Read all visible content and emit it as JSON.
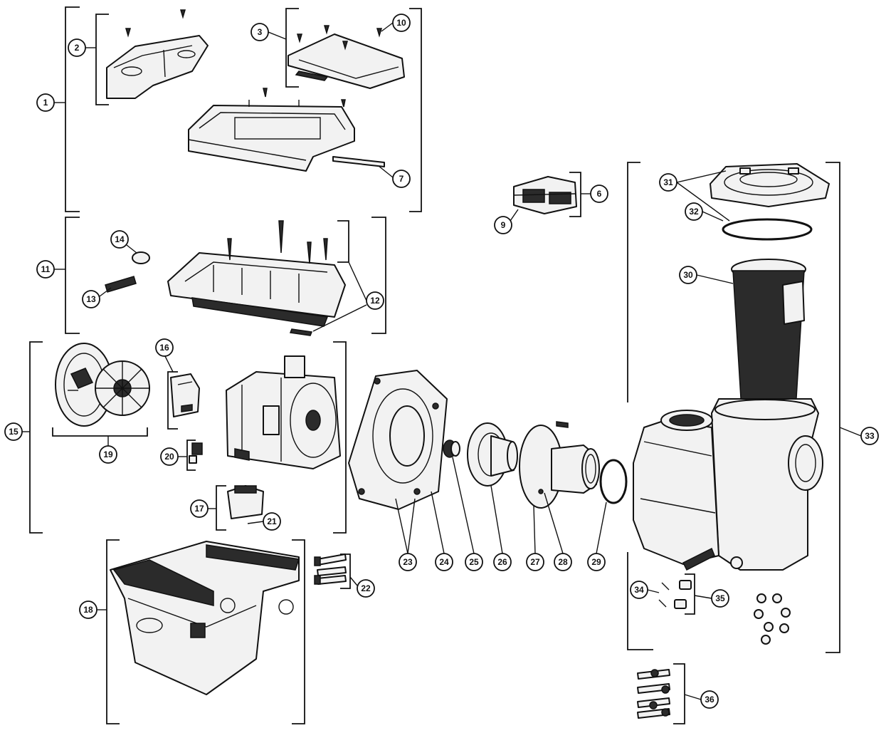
{
  "callouts": [
    {
      "id": "c1",
      "text": "1"
    },
    {
      "id": "c2",
      "text": "2"
    },
    {
      "id": "c3",
      "text": "3"
    },
    {
      "id": "c10",
      "text": "10"
    },
    {
      "id": "c7",
      "text": "7"
    },
    {
      "id": "c6",
      "text": "6"
    },
    {
      "id": "c9",
      "text": "9"
    },
    {
      "id": "c11",
      "text": "11"
    },
    {
      "id": "c14",
      "text": "14"
    },
    {
      "id": "c13",
      "text": "13"
    },
    {
      "id": "c12",
      "text": "12"
    },
    {
      "id": "c15",
      "text": "15"
    },
    {
      "id": "c16",
      "text": "16"
    },
    {
      "id": "c19",
      "text": "19"
    },
    {
      "id": "c20",
      "text": "20"
    },
    {
      "id": "c17",
      "text": "17"
    },
    {
      "id": "c21",
      "text": "21"
    },
    {
      "id": "c18",
      "text": "18"
    },
    {
      "id": "c22",
      "text": "22"
    },
    {
      "id": "c23",
      "text": "23"
    },
    {
      "id": "c24",
      "text": "24"
    },
    {
      "id": "c25",
      "text": "25"
    },
    {
      "id": "c26",
      "text": "26"
    },
    {
      "id": "c27",
      "text": "27"
    },
    {
      "id": "c28",
      "text": "28"
    },
    {
      "id": "c29",
      "text": "29"
    },
    {
      "id": "c30",
      "text": "30"
    },
    {
      "id": "c31",
      "text": "31"
    },
    {
      "id": "c32",
      "text": "32"
    },
    {
      "id": "c33",
      "text": "33"
    },
    {
      "id": "c34",
      "text": "34"
    },
    {
      "id": "c35",
      "text": "35"
    },
    {
      "id": "c36",
      "text": "36"
    }
  ],
  "colors": {
    "line": "#111111",
    "part_fill": "#f2f2f2",
    "dark_fill": "#2b2b2b",
    "background": "#ffffff"
  }
}
